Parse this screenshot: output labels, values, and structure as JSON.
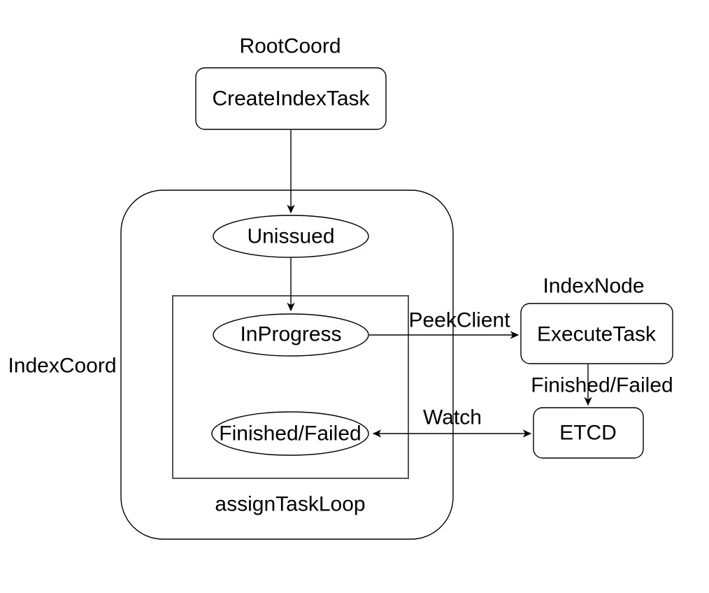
{
  "colors": {
    "background": "#ffffff",
    "stroke": "#000000",
    "inner_box_stroke": "#545454",
    "text": "#000000"
  },
  "groups": {
    "root_coord": "RootCoord",
    "index_coord": "IndexCoord",
    "index_node": "IndexNode",
    "assign_task_loop": "assignTaskLoop"
  },
  "nodes": {
    "create_index_task": "CreateIndexTask",
    "unissued": "Unissued",
    "in_progress": "InProgress",
    "finished_failed": "Finished/Failed",
    "execute_task": "ExecuteTask",
    "etcd": "ETCD"
  },
  "edges": {
    "peek_client": "PeekClient",
    "finished_failed": "Finished/Failed",
    "watch": "Watch"
  }
}
